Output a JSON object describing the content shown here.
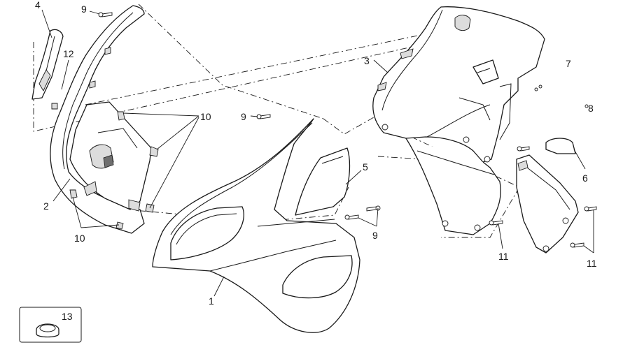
{
  "callouts": {
    "c1": "1",
    "c2": "2",
    "c3": "3",
    "c4": "4",
    "c5": "5",
    "c6": "6",
    "c7": "7",
    "c8": "8",
    "c9a": "9",
    "c9b": "9",
    "c9c": "9",
    "c10a": "10",
    "c10b": "10",
    "c11a": "11",
    "c11b": "11",
    "c12": "12",
    "c13": "13"
  }
}
